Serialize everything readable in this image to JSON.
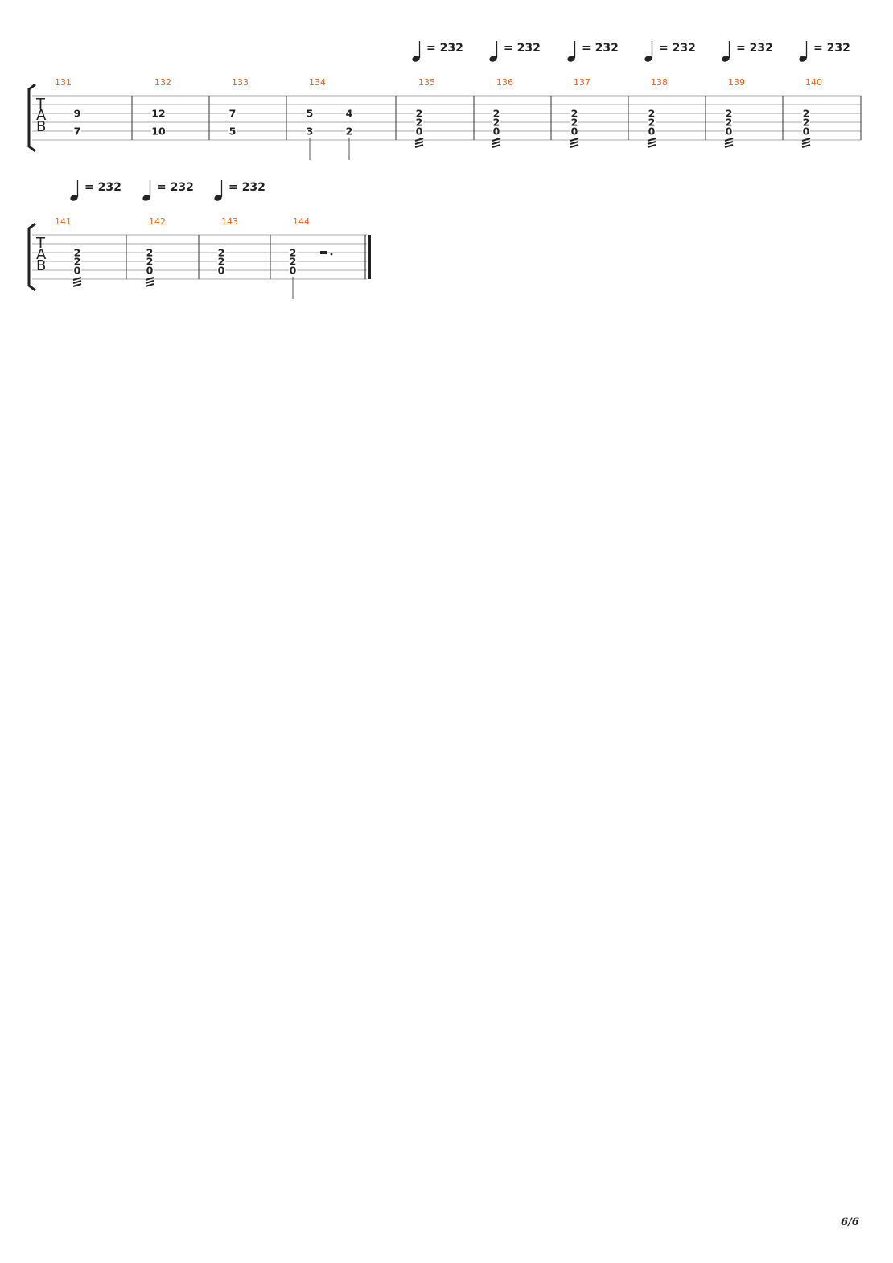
{
  "page_number": "6/6",
  "tab_clef": [
    "T",
    "A",
    "B"
  ],
  "colors": {
    "bar_number": "#e8641c",
    "ink": "#222222",
    "staff_line": "#aaaaaa"
  },
  "systems": [
    {
      "measures": [
        {
          "number": "131",
          "tempo": null,
          "notes": [
            {
              "s3": "9",
              "s5": "7"
            }
          ]
        },
        {
          "number": "132",
          "tempo": null,
          "notes": [
            {
              "s3": "12",
              "s5": "10"
            }
          ]
        },
        {
          "number": "133",
          "tempo": null,
          "notes": [
            {
              "s3": "7",
              "s5": "5"
            }
          ]
        },
        {
          "number": "134",
          "tempo": null,
          "notes": [
            {
              "s3": "5",
              "s5": "3",
              "stem": true
            },
            {
              "s3": "4",
              "s5": "2",
              "stem": true
            }
          ]
        },
        {
          "number": "135",
          "tempo": "= 232",
          "notes": [
            {
              "s3": "2",
              "s4": "2",
              "s5": "0",
              "tremolo": true
            }
          ]
        },
        {
          "number": "136",
          "tempo": "= 232",
          "notes": [
            {
              "s3": "2",
              "s4": "2",
              "s5": "0",
              "tremolo": true
            }
          ]
        },
        {
          "number": "137",
          "tempo": "= 232",
          "notes": [
            {
              "s3": "2",
              "s4": "2",
              "s5": "0",
              "tremolo": true
            }
          ]
        },
        {
          "number": "138",
          "tempo": "= 232",
          "notes": [
            {
              "s3": "2",
              "s4": "2",
              "s5": "0",
              "tremolo": true
            }
          ]
        },
        {
          "number": "139",
          "tempo": "= 232",
          "notes": [
            {
              "s3": "2",
              "s4": "2",
              "s5": "0",
              "tremolo": true
            }
          ]
        },
        {
          "number": "140",
          "tempo": "= 232",
          "notes": [
            {
              "s3": "2",
              "s4": "2",
              "s5": "0",
              "tremolo": true
            }
          ]
        }
      ]
    },
    {
      "measures": [
        {
          "number": "141",
          "tempo": "= 232",
          "notes": [
            {
              "s3": "2",
              "s4": "2",
              "s5": "0",
              "tremolo": true
            }
          ]
        },
        {
          "number": "142",
          "tempo": "= 232",
          "notes": [
            {
              "s3": "2",
              "s4": "2",
              "s5": "0",
              "tremolo": true
            }
          ]
        },
        {
          "number": "143",
          "tempo": "= 232",
          "notes": [
            {
              "s3": "2",
              "s4": "2",
              "s5": "0"
            }
          ]
        },
        {
          "number": "144",
          "tempo": null,
          "notes": [
            {
              "s3": "2",
              "s4": "2",
              "s5": "0",
              "stem": true
            }
          ],
          "rest": "dotted-half-rest",
          "final_barline": true
        }
      ]
    }
  ]
}
